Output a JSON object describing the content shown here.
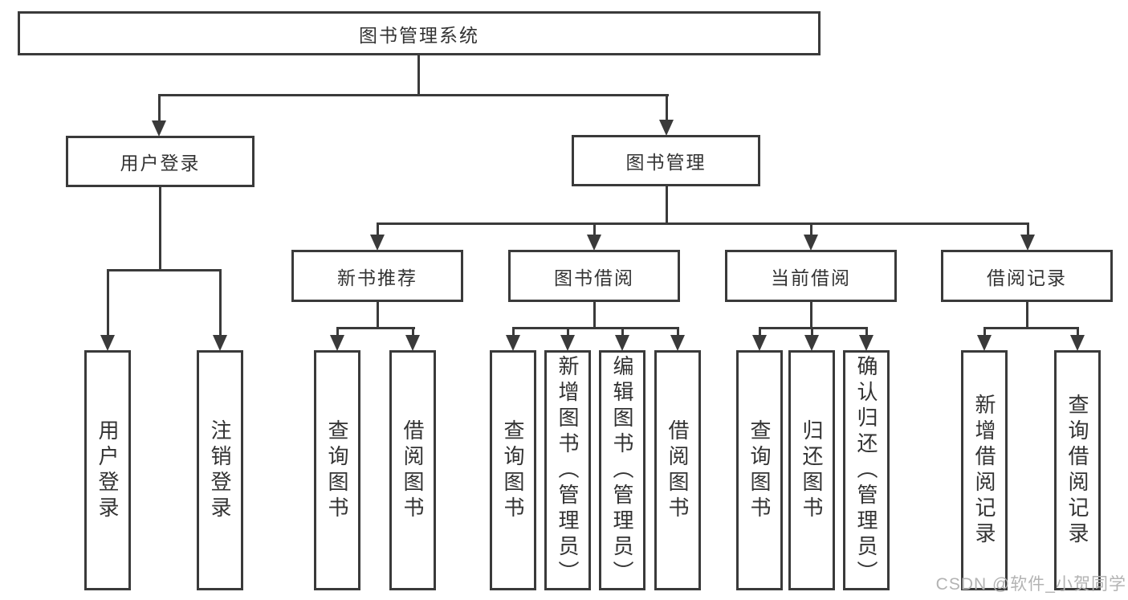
{
  "title": "图书管理系统",
  "level2": {
    "user_login": "用户登录",
    "book_manage": "图书管理"
  },
  "level3": {
    "new_book_rec": "新书推荐",
    "book_borrow": "图书借阅",
    "current_borrow": "当前借阅",
    "borrow_record": "借阅记录"
  },
  "level4": {
    "user_login": "用户登录",
    "logout": "注销登录",
    "rec_query_book": "查询图书",
    "rec_borrow_book": "借阅图书",
    "bb_query_book": "查询图书",
    "bb_add_book": "新增图书（管理员）",
    "bb_edit_book": "编辑图书（管理员）",
    "bb_borrow_book": "借阅图书",
    "cb_query_book": "查询图书",
    "cb_return_book": "归还图书",
    "cb_confirm_return": "确认归还（管理员）",
    "br_add_record": "新增借阅记录",
    "br_query_record": "查询借阅记录"
  },
  "watermark": "CSDN @软件_小贺同学",
  "colors": {
    "line": "#3a3a3a",
    "text": "#333333",
    "watermark": "#b3b3b3"
  }
}
